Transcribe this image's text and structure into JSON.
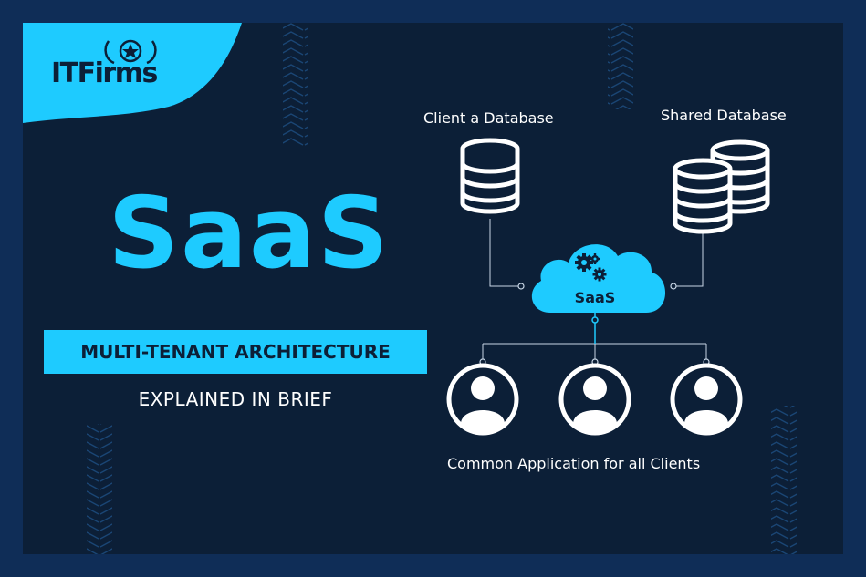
{
  "brand": {
    "logo_text": "ITFirms"
  },
  "hero": {
    "title": "SaaS",
    "banner": "MULTI-TENANT ARCHITECTURE",
    "subtitle": "EXPLAINED IN BRIEF"
  },
  "diagram": {
    "client_db_label": "Client a Database",
    "shared_db_label": "Shared Database",
    "cloud_label": "SaaS",
    "clients_label": "Common Application for all Clients"
  },
  "colors": {
    "background": "#0c1f37",
    "frame": "#0f2d57",
    "accent": "#1ecbff",
    "white": "#ffffff"
  },
  "icons": [
    "database-icon",
    "cloud-icon",
    "gears-icon",
    "user-icon",
    "laurel-star-icon",
    "chevron-pattern"
  ]
}
